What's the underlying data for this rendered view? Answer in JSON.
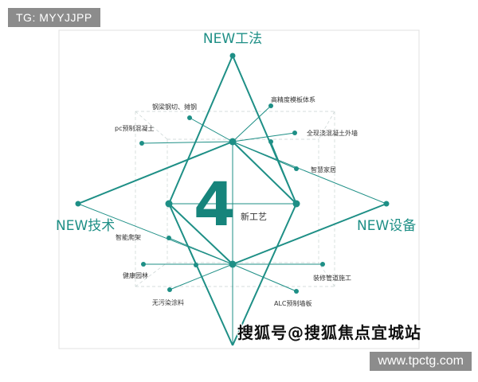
{
  "tag": "TG: MYYJJPP",
  "center": {
    "number": "4",
    "subtitle": "新工艺"
  },
  "axes": {
    "top": "NEW工法",
    "left": "NEW技术",
    "right": "NEW设备"
  },
  "items": {
    "precast_cutting": "钢梁钢切、摊钢",
    "precast_concrete": "pc预制混凝土",
    "high_precision_formwork": "高精度模板体系",
    "full_concrete_structure": "全现浇混凝土外墙",
    "smart_home": "智慧家居",
    "smart_scaffold": "智能爬架",
    "healthy_garden": "健康园林",
    "pollution_free_paint": "无污染涂料",
    "decorative_wall": "装修管道施工",
    "alc_panel": "ALC预制墙板"
  },
  "watermark": "搜狐号@搜狐焦点宜城站",
  "site": "www.tpctg.com",
  "colors": {
    "accent": "#1e8f86",
    "tag_bg": "#8c8c8c"
  }
}
